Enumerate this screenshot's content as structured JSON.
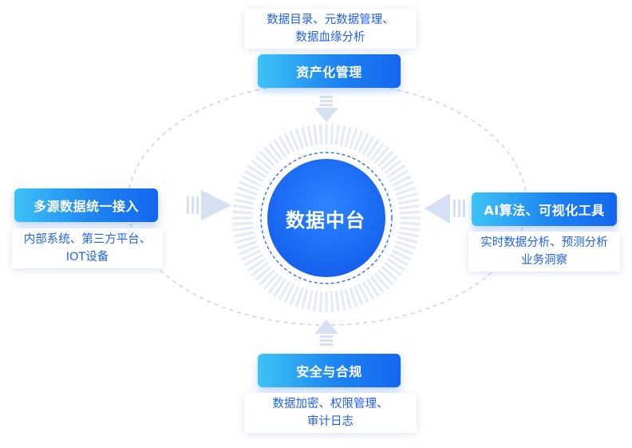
{
  "center": {
    "label": "数据中台"
  },
  "top": {
    "title": "资产化管理",
    "desc": [
      "数据目录、元数据管理、",
      "数据血缘分析"
    ]
  },
  "left": {
    "title": "多源数据统一接入",
    "desc": [
      "内部系统、第三方平台、",
      "IOT设备"
    ]
  },
  "right": {
    "title": "AI算法、可视化工具",
    "desc": [
      "实时数据分析、预测分析",
      "业务洞察"
    ]
  },
  "bottom": {
    "title": "安全与合规",
    "desc": [
      "数据加密、权限管理、",
      "审计日志"
    ]
  },
  "colors": {
    "primary": "#1b6ff1",
    "gradient_start": "#3ec3f6",
    "gradient_end": "#1466ee",
    "ring": "#e4ebf7",
    "orbit": "#c9d6ec",
    "arrow": "#d5e0f3"
  },
  "icons": {
    "inflow_arrows": "chevron-arrow-icon"
  }
}
